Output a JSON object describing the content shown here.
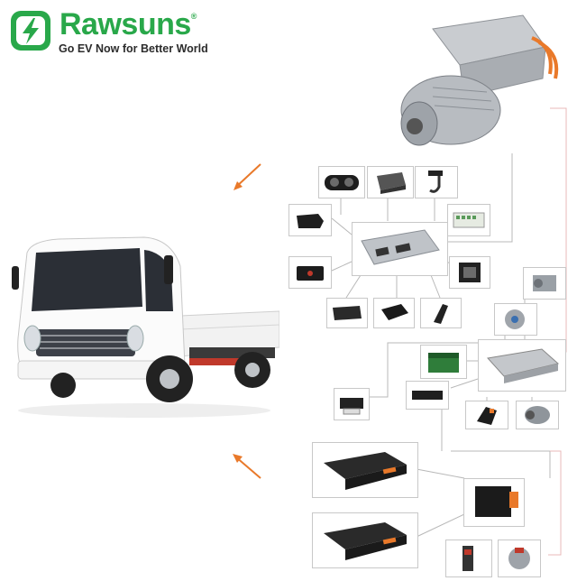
{
  "brand": {
    "name": "Rawsuns",
    "registered": "®",
    "tagline": "Go EV Now for Better World",
    "color": "#29a84a"
  },
  "accent_color": "#e9792a",
  "connector_color": "#b8b8b8",
  "components": [
    {
      "id": "motor",
      "icon": "electric-motor-icon"
    },
    {
      "id": "dashboard",
      "icon": "instrument-cluster-icon"
    },
    {
      "id": "dc-dc",
      "icon": "dc-converter-icon"
    },
    {
      "id": "sensor-harness",
      "icon": "sensor-harness-icon"
    },
    {
      "id": "obd",
      "icon": "obd-connector-icon"
    },
    {
      "id": "vcu",
      "icon": "vehicle-control-unit-icon"
    },
    {
      "id": "relay-board",
      "icon": "relay-board-icon"
    },
    {
      "id": "gps-tbox",
      "icon": "gps-tbox-icon"
    },
    {
      "id": "fuse-box",
      "icon": "fuse-box-icon"
    },
    {
      "id": "shifter",
      "icon": "gear-shifter-icon"
    },
    {
      "id": "display-module",
      "icon": "display-module-icon"
    },
    {
      "id": "pedal",
      "icon": "accelerator-pedal-icon"
    },
    {
      "id": "air-compressor",
      "icon": "air-compressor-icon"
    },
    {
      "id": "steering-pump",
      "icon": "steering-pump-icon"
    },
    {
      "id": "aux-battery",
      "icon": "auxiliary-battery-icon"
    },
    {
      "id": "pdu",
      "icon": "power-distribution-unit-icon"
    },
    {
      "id": "heater",
      "icon": "ptc-heater-icon"
    },
    {
      "id": "dc-charger",
      "icon": "dc-charger-icon"
    },
    {
      "id": "charge-port",
      "icon": "charge-port-icon"
    },
    {
      "id": "ac-compressor",
      "icon": "ac-compressor-icon"
    },
    {
      "id": "battery-pack-1",
      "icon": "battery-pack-icon"
    },
    {
      "id": "bms",
      "icon": "battery-management-icon"
    },
    {
      "id": "battery-pack-2",
      "icon": "battery-pack-icon"
    },
    {
      "id": "charging-station",
      "icon": "charging-station-icon"
    },
    {
      "id": "water-pump",
      "icon": "water-pump-icon"
    }
  ]
}
